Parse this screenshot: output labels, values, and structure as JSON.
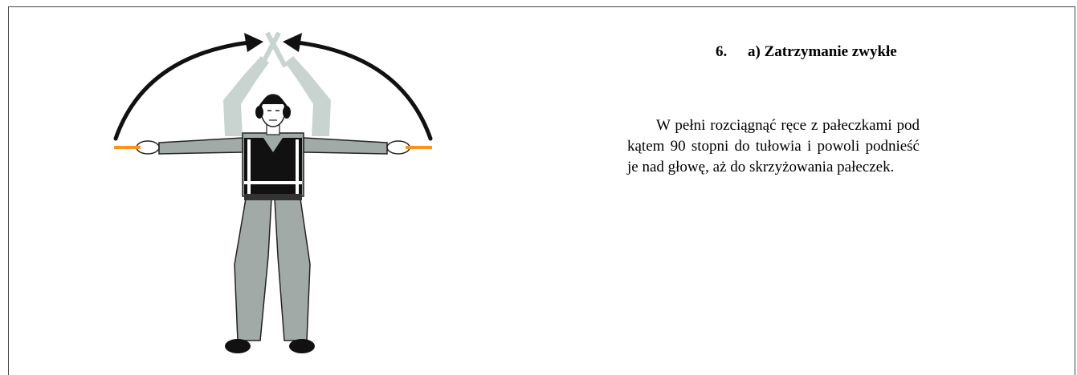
{
  "signal": {
    "number": "6.",
    "title": "a) Zatrzymanie zwykłe",
    "description": "W pełni rozciągnąć ręce z pałeczkami pod kątem 90 stopni do tułowia i powoli podnieść je nad głowę, aż do skrzyżowania pałeczek."
  },
  "colors": {
    "wand": "#f7941d",
    "ghost_arms": "#c9d3cf",
    "uniform": "#a2aaa7",
    "vest": "#111111",
    "arrow": "#111111"
  }
}
